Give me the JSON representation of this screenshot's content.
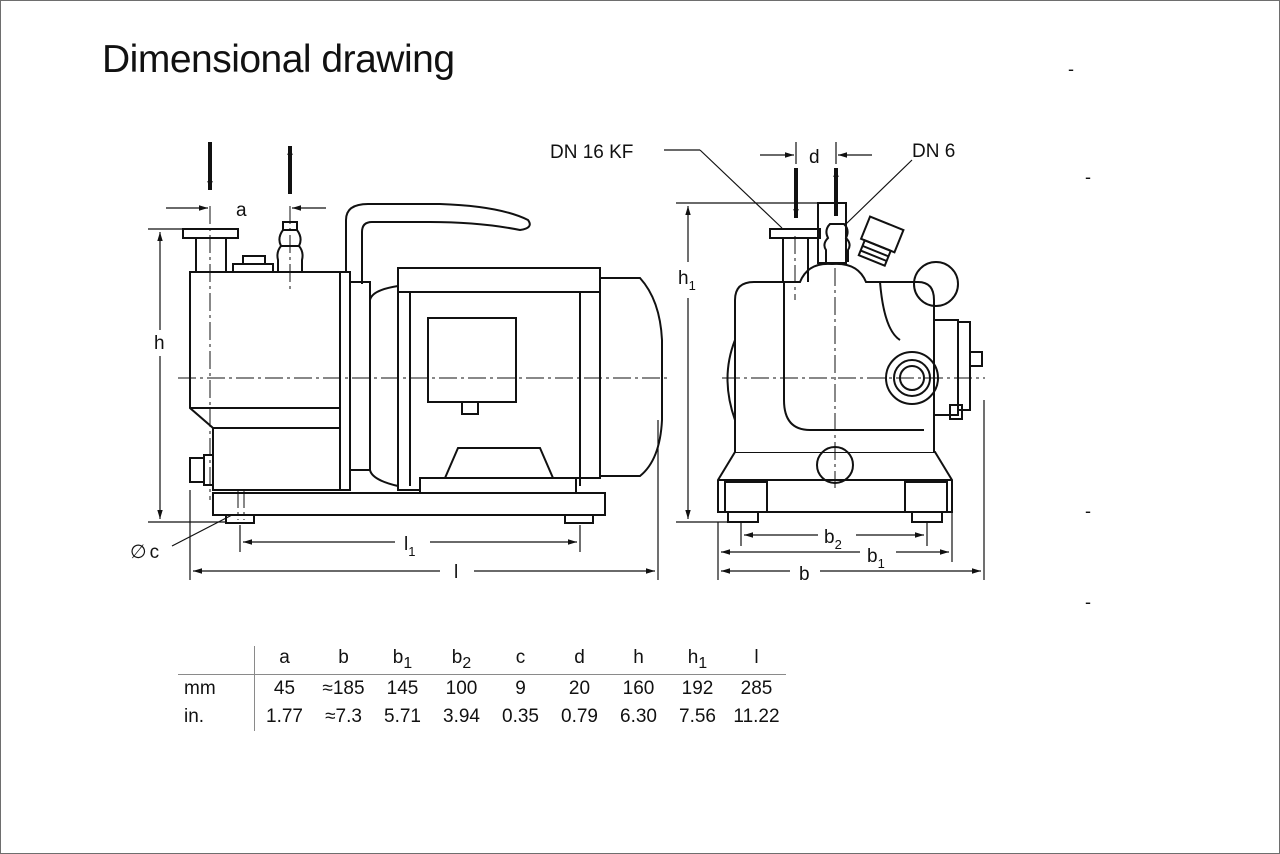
{
  "title": "Dimensional drawing",
  "side_dashes": [
    "-",
    "-",
    "-",
    "-"
  ],
  "drawing_labels": {
    "a": "a",
    "h": "h",
    "c": "c",
    "diameter_symbol": "∅",
    "l": "l",
    "l1_base": "l",
    "l1_sub": "1",
    "dn16": "DN 16 KF",
    "dn6": "DN 6",
    "d": "d",
    "h1_base": "h",
    "h1_sub": "1",
    "b": "b",
    "b1_base": "b",
    "b1_sub": "1",
    "b2_base": "b",
    "b2_sub": "2"
  },
  "table": {
    "headers": [
      {
        "base": "a",
        "sub": ""
      },
      {
        "base": "b",
        "sub": ""
      },
      {
        "base": "b",
        "sub": "1"
      },
      {
        "base": "b",
        "sub": "2"
      },
      {
        "base": "c",
        "sub": ""
      },
      {
        "base": "d",
        "sub": ""
      },
      {
        "base": "h",
        "sub": ""
      },
      {
        "base": "h",
        "sub": "1"
      },
      {
        "base": "l",
        "sub": ""
      }
    ],
    "rows": [
      {
        "unit": "mm",
        "values": [
          "45",
          "≈185",
          "145",
          "100",
          "9",
          "20",
          "160",
          "192",
          "285"
        ]
      },
      {
        "unit": "in.",
        "values": [
          "1.77",
          "≈7.3",
          "5.71",
          "3.94",
          "0.35",
          "0.79",
          "6.30",
          "7.56",
          "11.22"
        ]
      }
    ]
  }
}
